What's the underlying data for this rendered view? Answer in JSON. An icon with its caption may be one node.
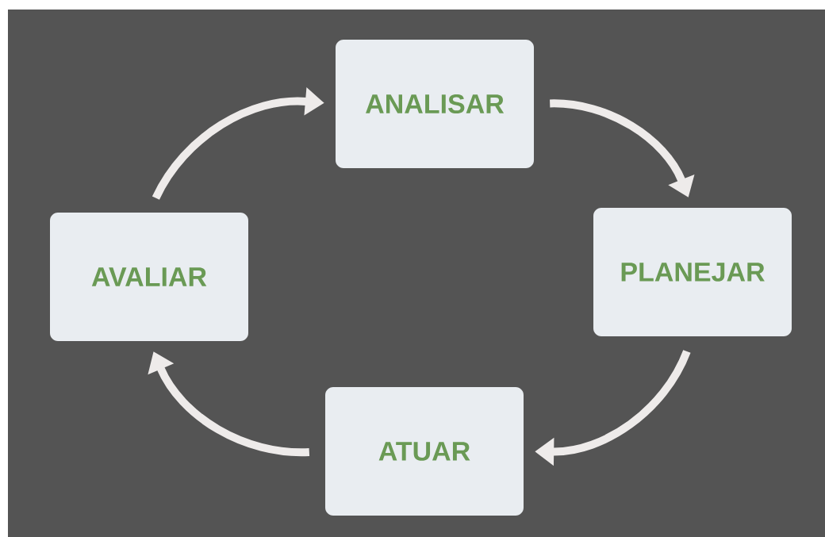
{
  "diagram": {
    "nodes": [
      {
        "text": [
          "ANALISAR"
        ]
      },
      {
        "text": [
          "PLANEJAR"
        ]
      },
      {
        "text": [
          "ATUAR"
        ]
      },
      {
        "text": [
          "AVALIAR"
        ]
      }
    ],
    "edges": [
      {
        "from": 0,
        "to": 1,
        "arrow": "to"
      },
      {
        "from": 1,
        "to": 2,
        "arrow": "to"
      },
      {
        "from": 2,
        "to": 3,
        "arrow": "to"
      },
      {
        "from": 3,
        "to": 0,
        "arrow": "to"
      }
    ]
  }
}
